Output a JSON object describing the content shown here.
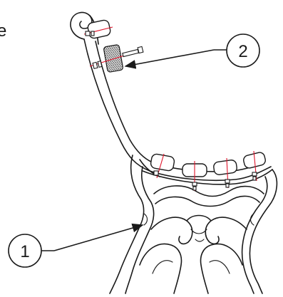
{
  "caption_fragment": "e",
  "callouts": [
    {
      "label": "1"
    },
    {
      "label": "2"
    }
  ],
  "colors": {
    "ink": "#1a1a1a",
    "centerline": "#e0142b",
    "background": "#ffffff"
  }
}
